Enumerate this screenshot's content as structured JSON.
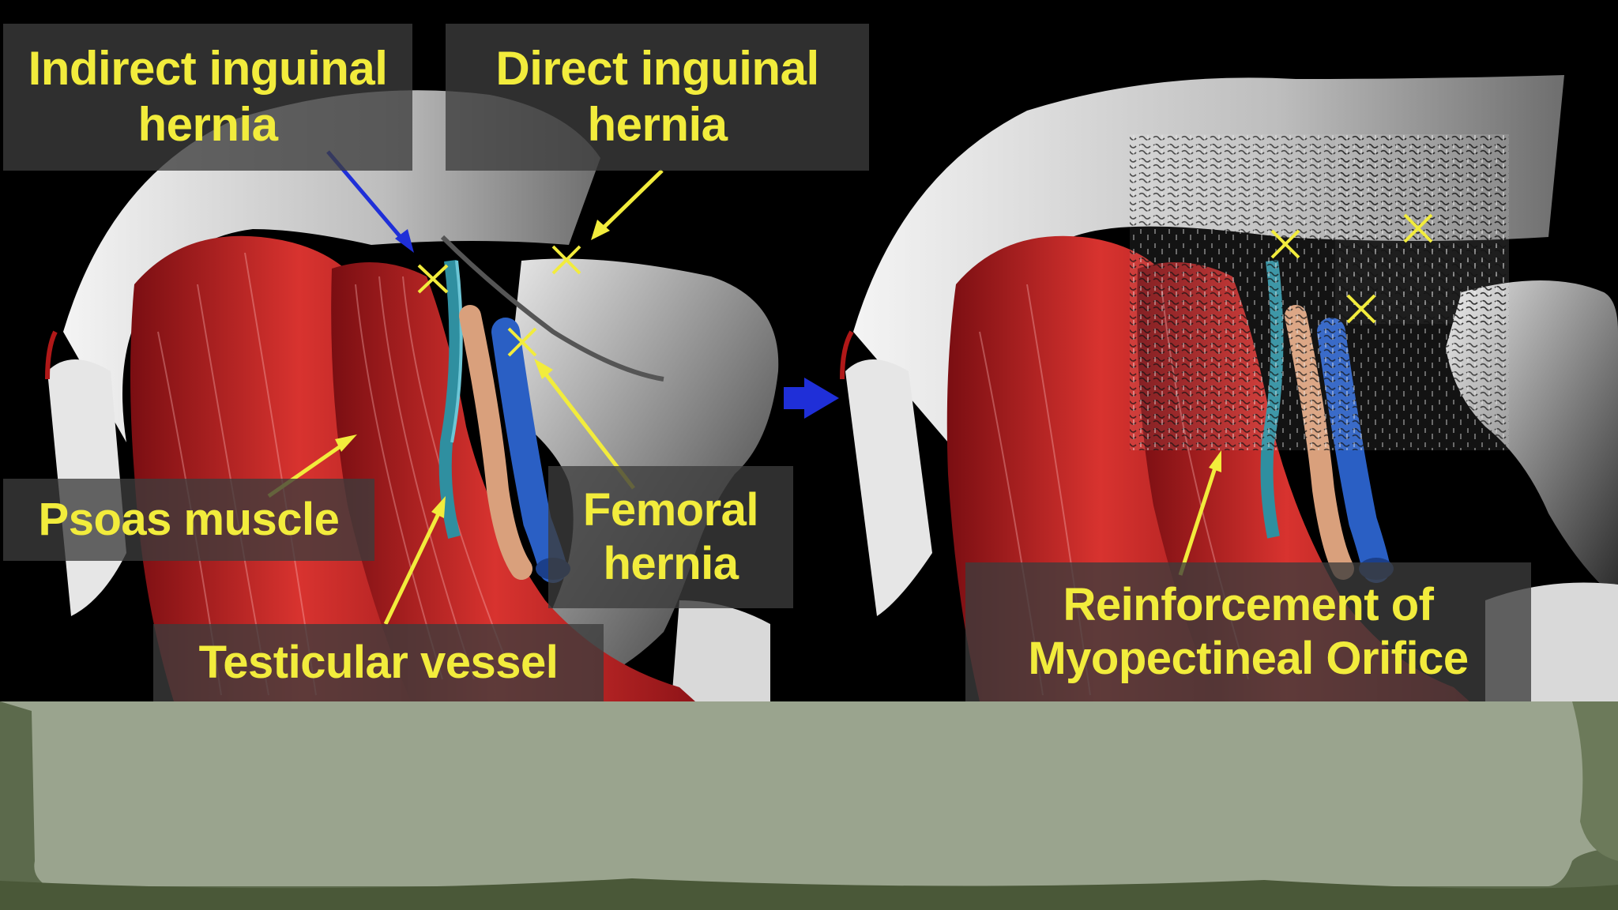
{
  "left_panel": {
    "indirect_label": [
      "Indirect inguinal",
      "hernia"
    ],
    "direct_label": [
      "Direct inguinal",
      "hernia"
    ],
    "psoas_label": "Psoas muscle",
    "femoral_label": [
      "Femoral",
      "hernia"
    ],
    "testicular_label": "Testicular vessel"
  },
  "right_panel": {
    "reinforcement_label": [
      "Reinforcement of",
      "Myopectineal Orifice"
    ]
  },
  "colors": {
    "label_text": "#f2ec3c",
    "label_bg": "#3c3c3c",
    "muscle": "#c8252a",
    "artery_blue": "#2a5fc4",
    "arrow_blue": "#1f2fd8",
    "paper_green": "#9aa48e",
    "frame_green": "#5c6a4c"
  },
  "icons": {
    "transition_arrow": "right-arrow-icon",
    "hernia_marker": "x-mark-icon"
  }
}
